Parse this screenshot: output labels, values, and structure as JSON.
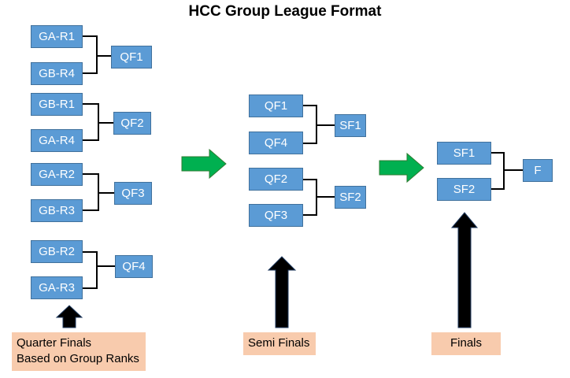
{
  "title": "HCC Group League Format",
  "quarter_finals": {
    "matches": [
      {
        "teams": [
          "GA-R1",
          "GB-R4"
        ],
        "winner": "QF1"
      },
      {
        "teams": [
          "GB-R1",
          "GA-R4"
        ],
        "winner": "QF2"
      },
      {
        "teams": [
          "GA-R2",
          "GB-R3"
        ],
        "winner": "QF3"
      },
      {
        "teams": [
          "GB-R2",
          "GA-R3"
        ],
        "winner": "QF4"
      }
    ],
    "label_line1": "Quarter Finals",
    "label_line2": "Based on Group Ranks"
  },
  "semi_finals": {
    "matches": [
      {
        "teams": [
          "QF1",
          "QF4"
        ],
        "winner": "SF1"
      },
      {
        "teams": [
          "QF2",
          "QF3"
        ],
        "winner": "SF2"
      }
    ],
    "label": "Semi Finals"
  },
  "finals": {
    "matches": [
      {
        "teams": [
          "SF1",
          "SF2"
        ],
        "winner": "F"
      }
    ],
    "label": "Finals"
  },
  "colors": {
    "box_fill": "#5b9bd5",
    "box_border": "#41719c",
    "label_fill": "#f8cbad",
    "progress_arrow": "#00b050",
    "up_arrow": "#000000"
  }
}
